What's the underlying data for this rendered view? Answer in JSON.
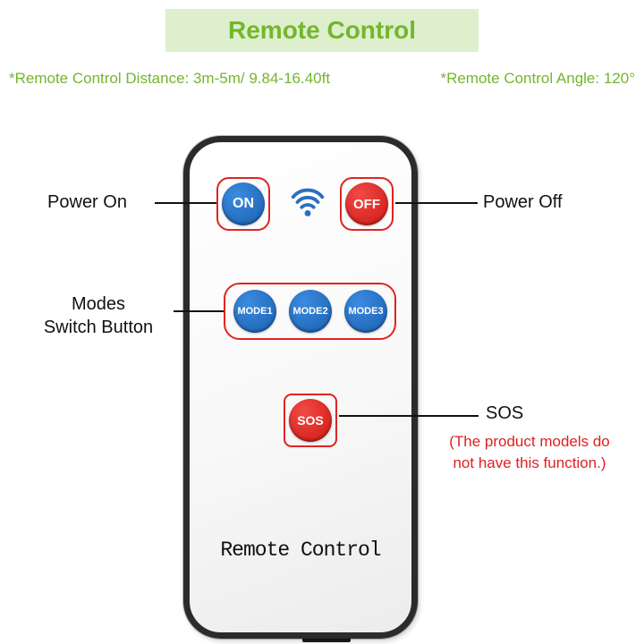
{
  "header": {
    "title": "Remote Control"
  },
  "specs": {
    "distance": "*Remote Control Distance: 3m-5m/ 9.84-16.40ft",
    "angle": "*Remote Control Angle: 120°"
  },
  "remote": {
    "on_label": "ON",
    "off_label": "OFF",
    "modes": [
      "MODE1",
      "MODE2",
      "MODE3"
    ],
    "sos_label": "SOS",
    "brand_label": "Remote Control"
  },
  "annotations": {
    "power_on": "Power On",
    "power_off": "Power Off",
    "modes_line1": "Modes",
    "modes_line2": "Switch Button",
    "sos": "SOS",
    "sos_note_line1": "(The product models do",
    "sos_note_line2": "not have this function.)"
  },
  "colors": {
    "header_bg": "#ddefcc",
    "green_text": "#74b62c",
    "button_blue": "#1f6fc5",
    "button_red": "#e32724",
    "callout_red": "#e02420",
    "note_red": "#e01f1f",
    "remote_border": "#2b2b2b"
  }
}
